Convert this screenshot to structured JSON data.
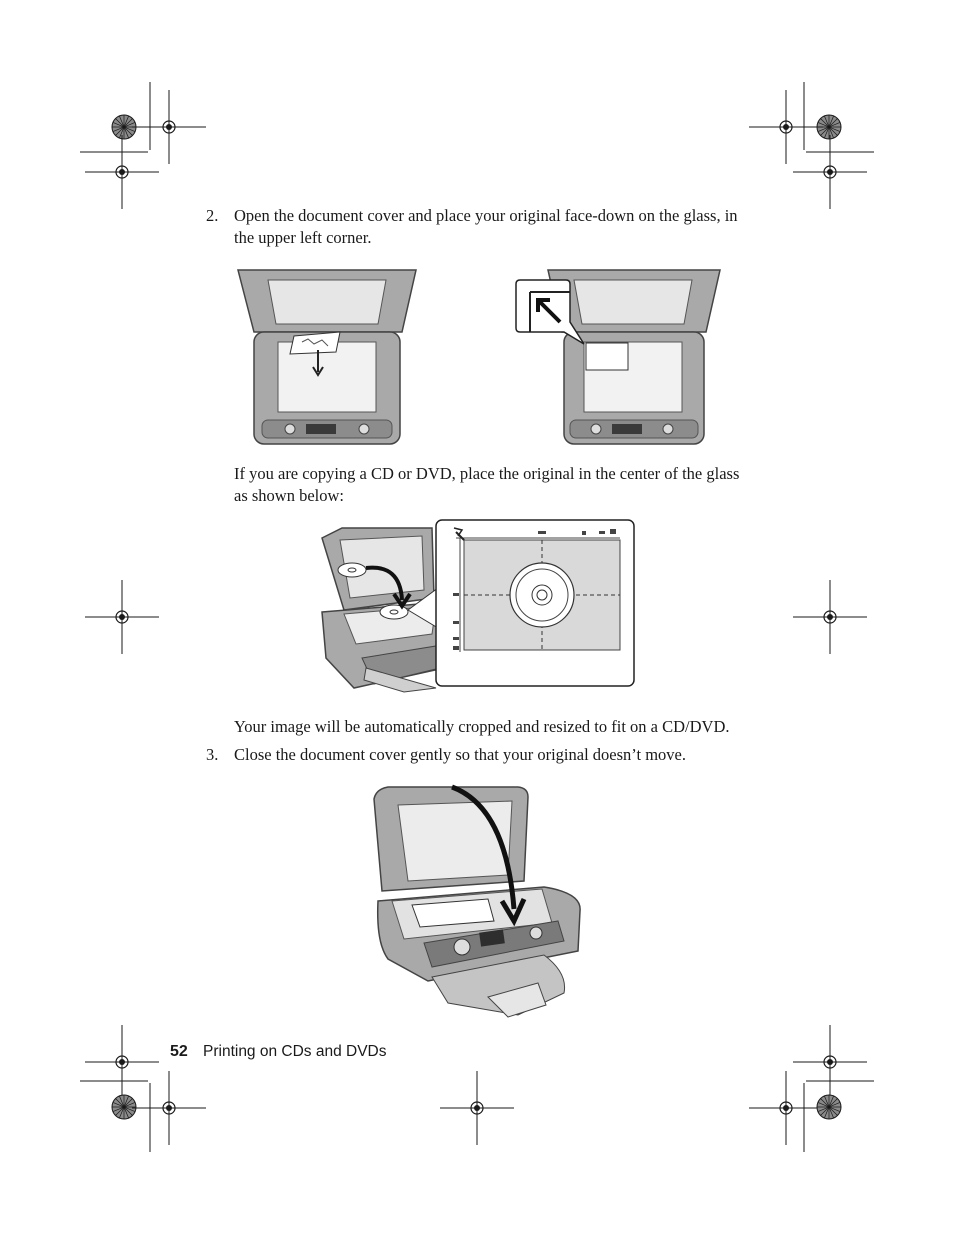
{
  "page": {
    "page_number": "52",
    "section_title": "Printing on CDs and DVDs"
  },
  "steps": [
    {
      "number": "2.",
      "text_line1": "Open the document cover and place your original face-down on the glass, in",
      "text_line2": "the upper left corner."
    },
    {
      "number": "3.",
      "text": "Close the document cover gently so that your original doesn’t move."
    }
  ],
  "cd_note": {
    "line1": "If you are copying a CD or DVD, place the original in the center of the glass",
    "line2": "as shown below:"
  },
  "crop_note": "Your image will be automatically cropped and resized to fit on a CD/DVD.",
  "colors": {
    "ink": "#1a1a1a",
    "printer_body": "#a9a9a9",
    "printer_dark": "#6e6e6e",
    "glass": "#d9d9d9",
    "paper": "#ffffff"
  }
}
